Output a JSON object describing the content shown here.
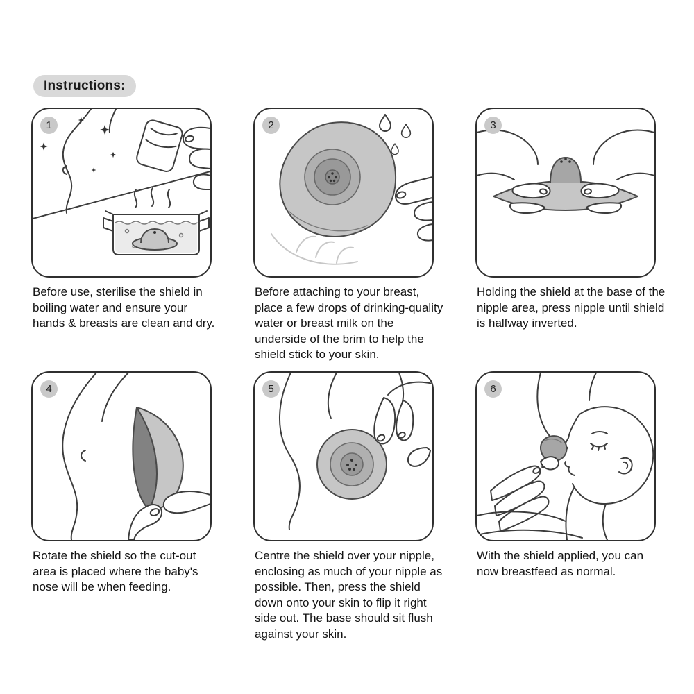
{
  "header": {
    "title": "Instructions:"
  },
  "steps": [
    {
      "number": "1",
      "caption": "Before use, sterilise the shield in boiling water and ensure your hands & breasts are clean and dry.",
      "illustration": "sterilise-shield-in-boiling-water"
    },
    {
      "number": "2",
      "caption": "Before attaching to your breast, place a few drops of drinking-quality water or breast milk on the underside of the brim to help the shield stick to your skin.",
      "illustration": "apply-water-drops-to-brim"
    },
    {
      "number": "3",
      "caption": "Holding the shield at the base of the nipple area, press nipple until shield is halfway inverted.",
      "illustration": "press-nipple-until-halfway-inverted"
    },
    {
      "number": "4",
      "caption": "Rotate the shield so the cut-out area is placed where the baby's nose will be when feeding.",
      "illustration": "rotate-shield-cutout-to-nose-position"
    },
    {
      "number": "5",
      "caption": "Centre the shield over your nipple, enclosing as much of your nipple as possible. Then, press the shield down onto your skin to flip it right side out. The base should sit flush against your skin.",
      "illustration": "centre-shield-and-press-flush"
    },
    {
      "number": "6",
      "caption": "With the shield applied, you can now breastfeed as normal.",
      "illustration": "breastfeed-as-normal"
    }
  ],
  "colors": {
    "panel_border": "#2f2f2f",
    "line": "#3c3c3c",
    "shield_gray": "#c6c6c6",
    "shield_gray_dark": "#828282",
    "badge_bg": "#c9c9c9",
    "pill_bg": "#d9d9d9",
    "text": "#131313"
  }
}
